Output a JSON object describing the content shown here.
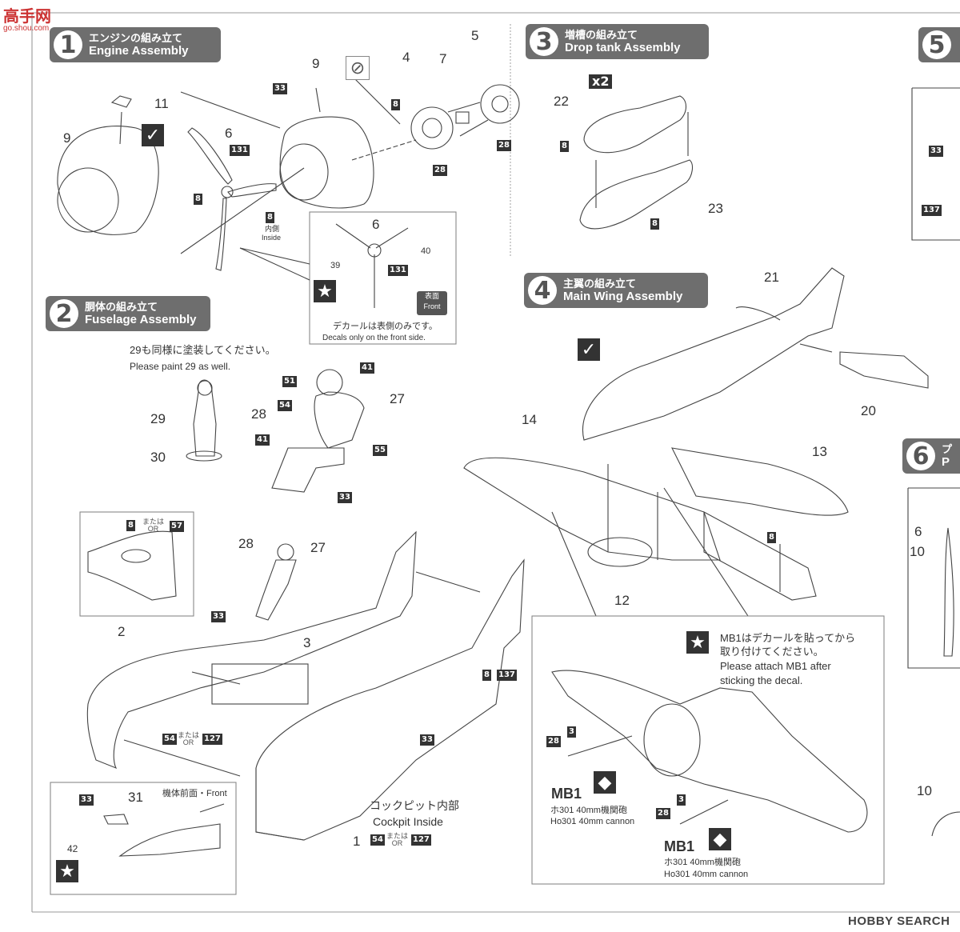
{
  "watermark_top": "高手网",
  "watermark_top_url": "go.shou.com",
  "steps": {
    "s1": {
      "num": "1",
      "jp": "エンジンの組み立て",
      "en": "Engine Assembly"
    },
    "s2": {
      "num": "2",
      "jp": "胴体の組み立て",
      "en": "Fuselage Assembly"
    },
    "s3": {
      "num": "3",
      "jp": "増槽の組み立て",
      "en": "Drop tank Assembly"
    },
    "s4": {
      "num": "4",
      "jp": "主翼の組み立て",
      "en": "Main Wing Assembly"
    },
    "s5": {
      "num": "5"
    },
    "s6": {
      "num": "6",
      "jp": "プ",
      "en": "P"
    }
  },
  "part_numbers": [
    "11",
    "9",
    "6",
    "9",
    "4",
    "7",
    "5",
    "22",
    "23",
    "21",
    "20",
    "14",
    "13",
    "12",
    "29",
    "30",
    "28",
    "27",
    "2",
    "3",
    "1",
    "31",
    "42",
    "10",
    "10",
    "40",
    "39",
    "6"
  ],
  "paint_codes": [
    "33",
    "8",
    "131",
    "8",
    "28",
    "28",
    "8",
    "8",
    "137",
    "33",
    "8",
    "51",
    "41",
    "54",
    "41",
    "55",
    "33",
    "8",
    "57",
    "33",
    "8",
    "137",
    "54",
    "127",
    "54",
    "127",
    "33",
    "33",
    "28",
    "3",
    "28",
    "3",
    "131"
  ],
  "texts": {
    "x2": "x2",
    "inside_jp": "内側",
    "inside_en": "Inside",
    "decal_note_jp": "デカールは表側のみです。",
    "decal_note_en": "Decals only on the front side.",
    "front_jp": "表面",
    "front_en": "Front",
    "paint29_jp": "29も同様に塗装してください。",
    "paint29_en": "Please paint 29 as well.",
    "or_jp": "または",
    "or_en": "OR",
    "cockpit_jp": "コックピット内部",
    "cockpit_en": "Cockpit Inside",
    "front_label": "機体前面・Front",
    "mb1_note_jp1": "MB1はデカールを貼ってから",
    "mb1_note_jp2": "取り付けてください。",
    "mb1_note_en1": "Please attach MB1 after",
    "mb1_note_en2": "sticking the decal.",
    "mb1": "MB1",
    "cannon_jp": "ホ301 40mm機関砲",
    "cannon_en": "Ho301 40mm cannon",
    "hobby": "HOBBY SEARCH"
  }
}
